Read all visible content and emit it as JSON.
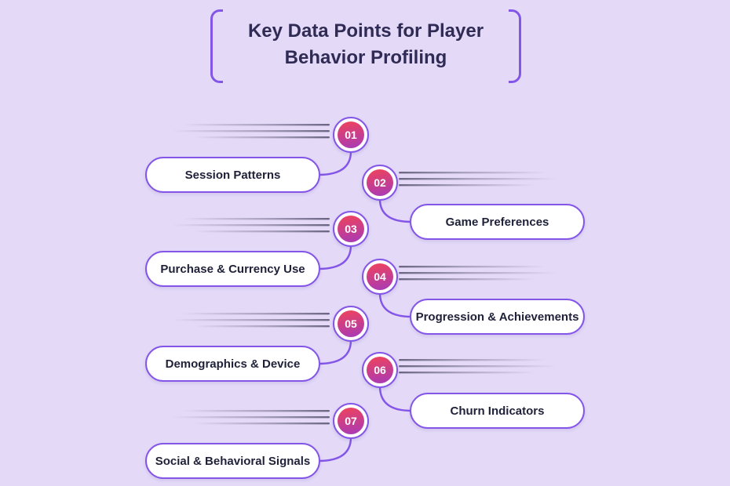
{
  "title": {
    "line1": "Key Data Points for Player",
    "line2": "Behavior Profiling"
  },
  "items": [
    {
      "number": "01",
      "label": "Session Patterns",
      "side": "left"
    },
    {
      "number": "02",
      "label": "Game Preferences",
      "side": "right"
    },
    {
      "number": "03",
      "label": "Purchase & Currency Use",
      "side": "left"
    },
    {
      "number": "04",
      "label": "Progression & Achievements",
      "side": "right"
    },
    {
      "number": "05",
      "label": "Demographics & Device",
      "side": "left"
    },
    {
      "number": "06",
      "label": "Churn Indicators",
      "side": "right"
    },
    {
      "number": "07",
      "label": "Social & Behavioral Signals",
      "side": "left"
    }
  ],
  "colors": {
    "bg": "#e4daf8",
    "accent": "#8456e8",
    "title": "#2f2b55",
    "text": "#1e2138",
    "grad1": "#f0435a",
    "grad2": "#a63ab9",
    "speed": "#55506e"
  }
}
